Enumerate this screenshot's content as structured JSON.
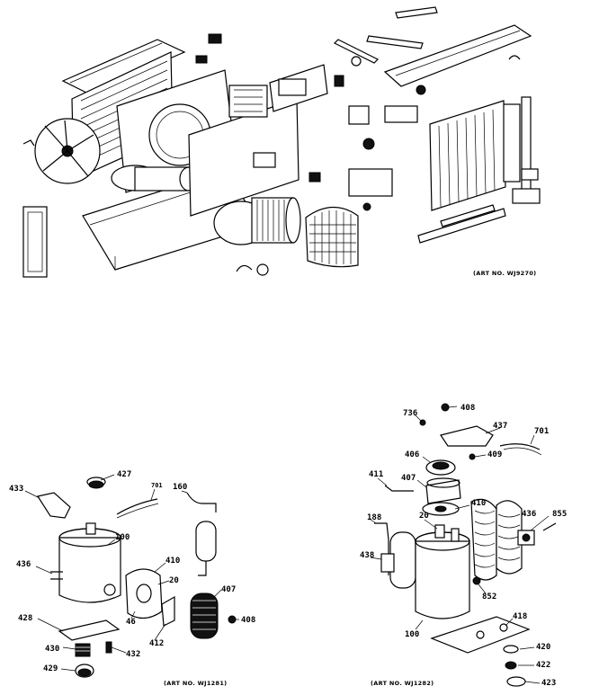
{
  "art_numbers": {
    "top": "(ART NO. WJ9270)",
    "bottom_left": "(ART NO. WJ1281)",
    "bottom_right": "(ART NO. WJ1282)"
  },
  "bottom_left_labels": {
    "l433": "433",
    "l427": "427",
    "l701": "701",
    "l160": "160",
    "l436": "436",
    "l100": "100",
    "l410": "410",
    "l20": "20",
    "l407": "407",
    "l408": "408",
    "l428": "428",
    "l46": "46",
    "l412": "412",
    "l430": "430",
    "l432": "432",
    "l429": "429"
  },
  "bottom_right_labels": {
    "l736": "736",
    "l408": "408",
    "l437": "437",
    "l701": "701",
    "l409": "409",
    "l406": "406",
    "l411": "411",
    "l407": "407",
    "l410": "410",
    "l188": "188",
    "l20": "20",
    "l436": "436",
    "l855": "855",
    "l438": "438",
    "l852": "852",
    "l418": "418",
    "l100": "100",
    "l420": "420",
    "l422": "422",
    "l423": "423"
  }
}
